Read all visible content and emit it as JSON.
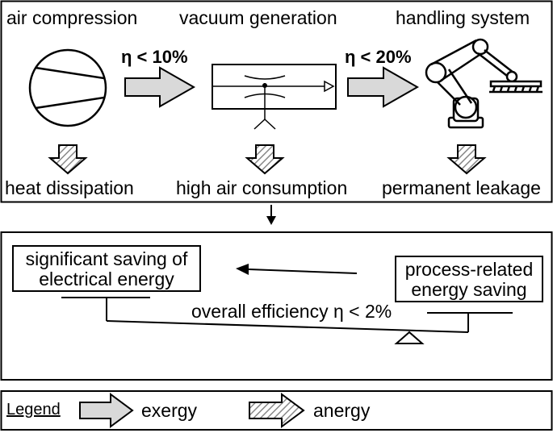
{
  "stages": {
    "compression": {
      "title": "air compression",
      "loss": "heat dissipation"
    },
    "vacuum": {
      "title": "vacuum generation",
      "loss": "high air consumption"
    },
    "handling": {
      "title": "handling system",
      "loss": "permanent leakage"
    }
  },
  "efficiencies": {
    "compression_to_vacuum": "η < 10%",
    "vacuum_to_handling": "η < 20%"
  },
  "balance": {
    "left_box_line1": "significant saving of",
    "left_box_line2": "electrical energy",
    "right_box_line1": "process-related",
    "right_box_line2": "energy saving",
    "overall": "overall efficiency η < 2%"
  },
  "legend": {
    "title": "Legend",
    "exergy": "exergy",
    "anergy": "anergy"
  },
  "colors": {
    "exergy_fill": "#d9d9d9",
    "anergy_stripe": "#888888",
    "stroke": "#000000"
  },
  "icons": {
    "compressor": "compressor-icon",
    "ejector": "vacuum-ejector-icon",
    "robot": "robot-arm-icon"
  }
}
